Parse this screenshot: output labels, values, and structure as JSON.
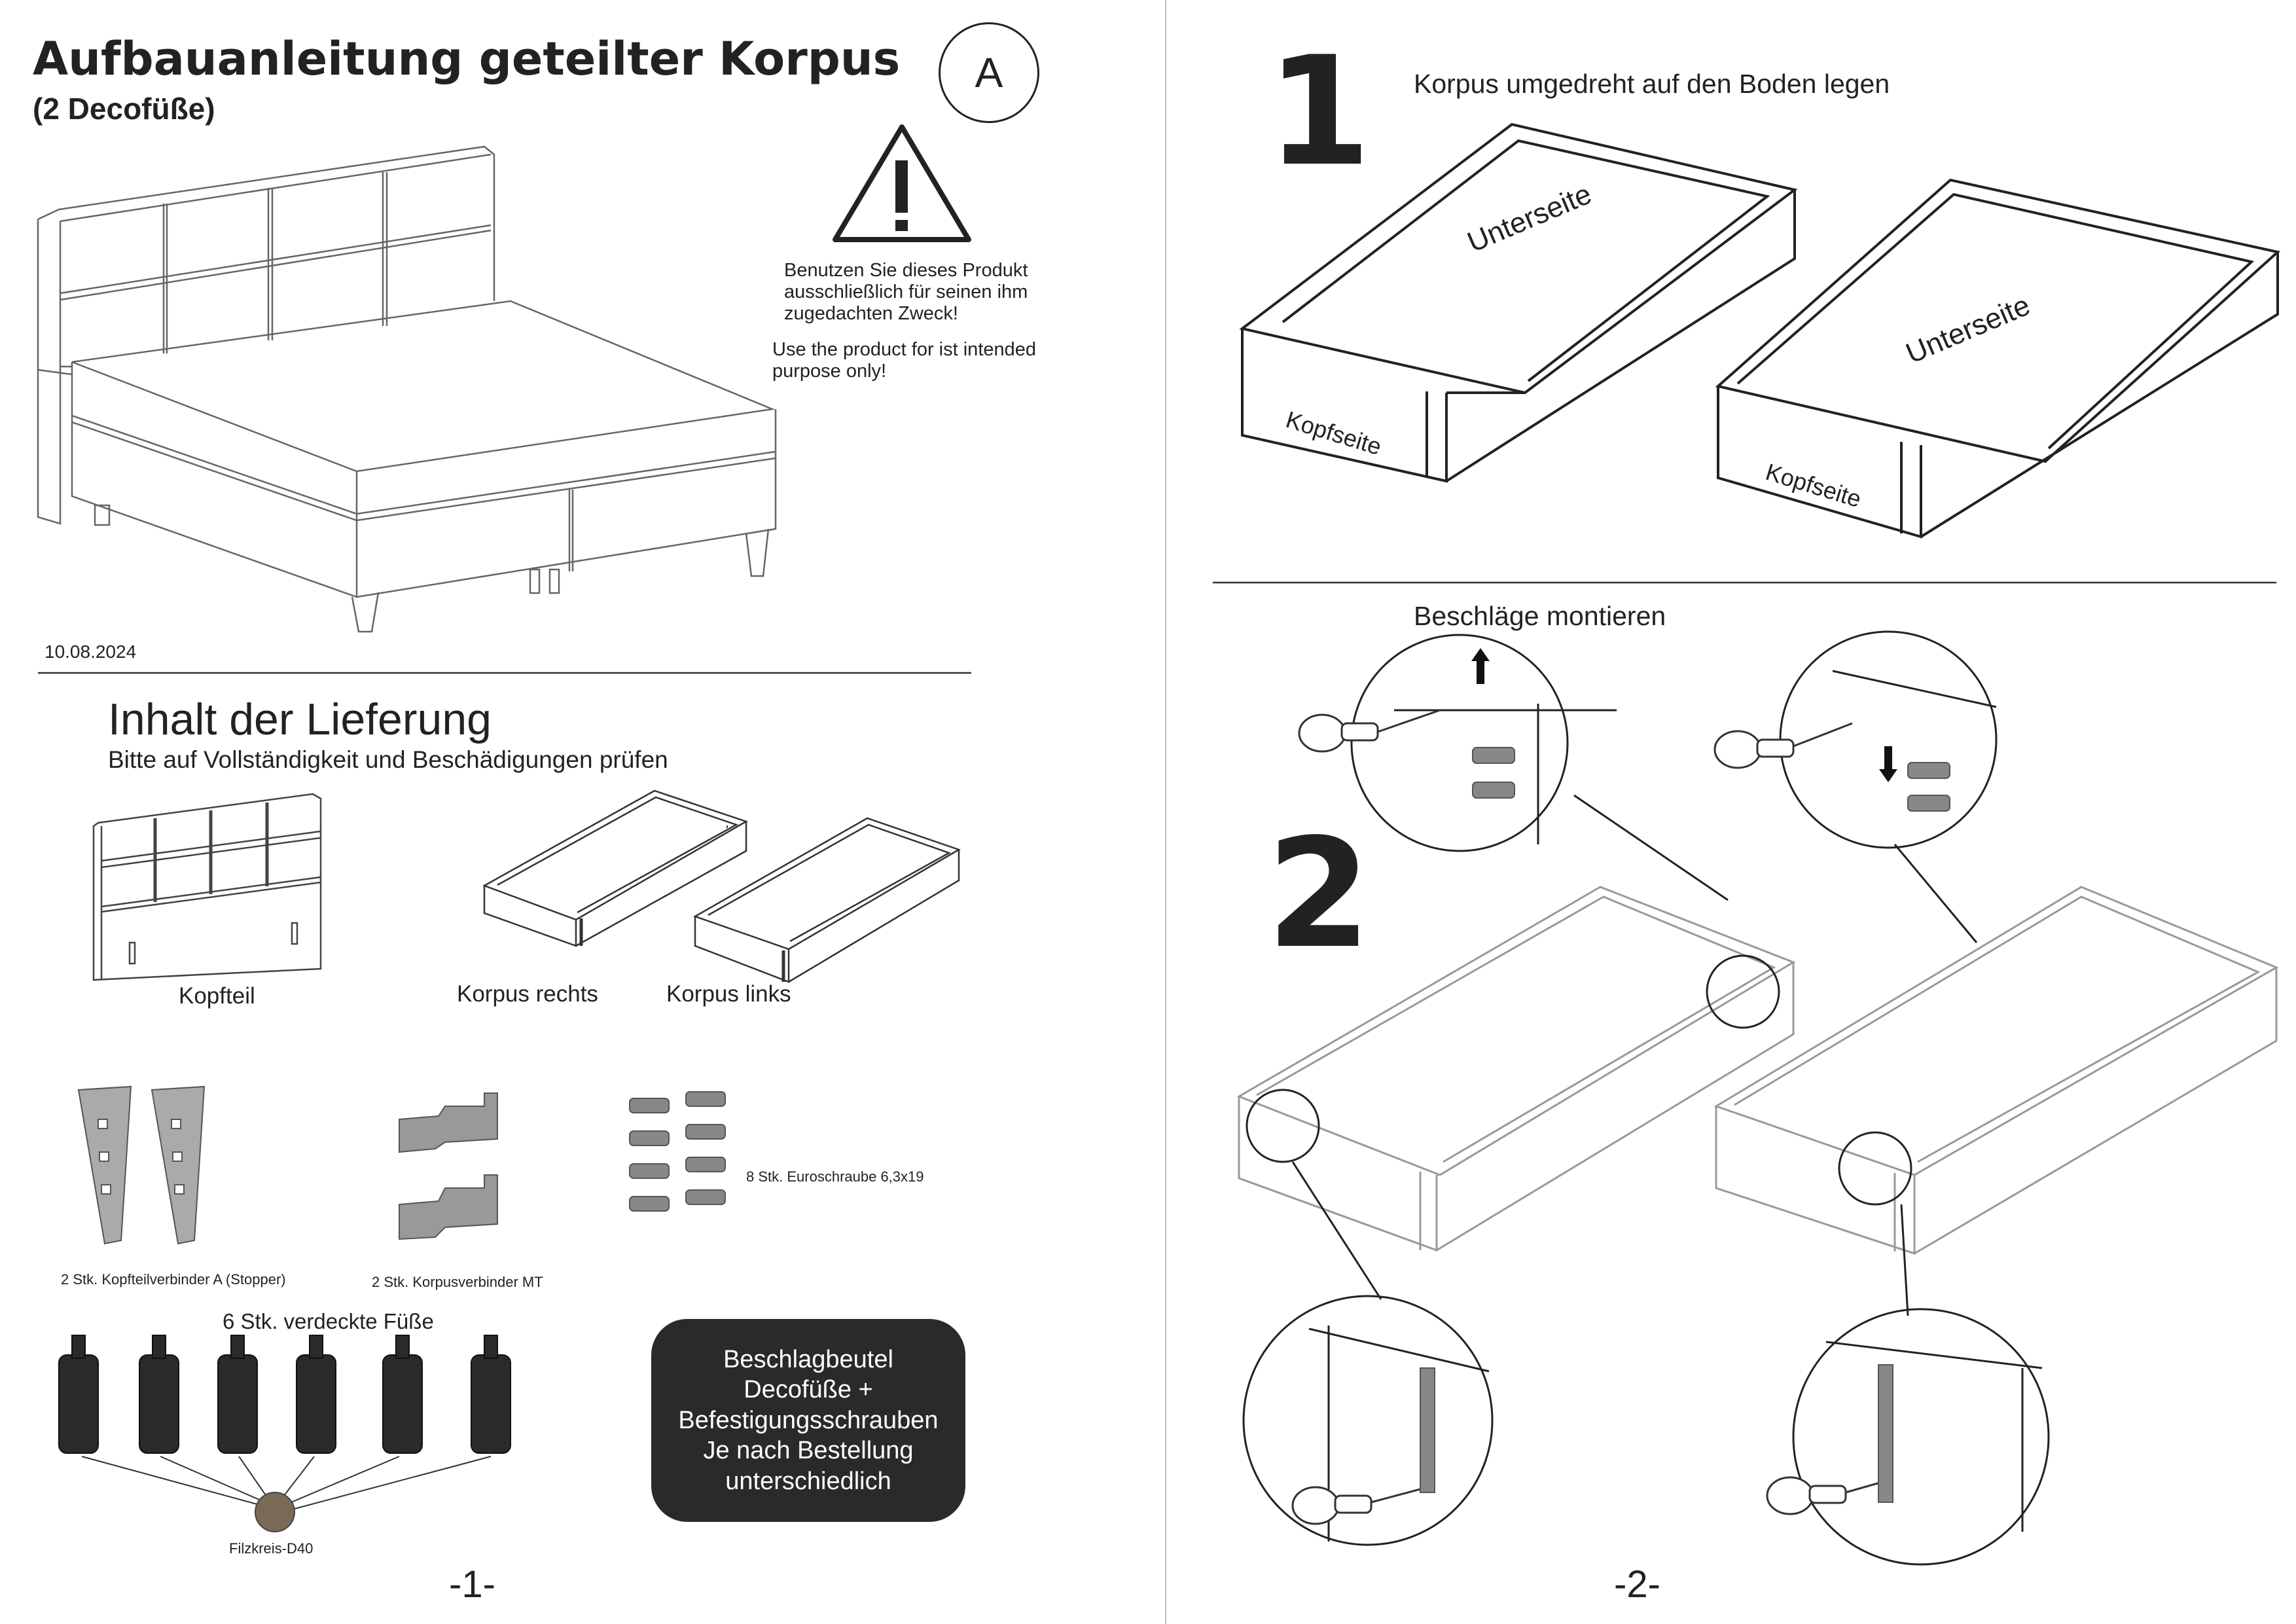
{
  "page1": {
    "title": "Aufbauanleitung geteilter Korpus",
    "subtitle": "(2 Decofüße)",
    "badge": "A",
    "warning_de": [
      "Benutzen Sie dieses Produkt",
      "ausschließlich für seinen ihm",
      "zugedachten Zweck!"
    ],
    "warning_en": [
      "Use the product for ist intended",
      "purpose only!"
    ],
    "date": "10.08.2024",
    "delivery_title": "Inhalt der Lieferung",
    "delivery_subtitle": "Bitte auf Vollständigkeit und Beschädigungen prüfen",
    "items": {
      "headboard": "Kopfteil",
      "base_right": "Korpus rechts",
      "base_left": "Korpus links",
      "headboard_connector": "2 Stk. Kopfteilverbinder A (Stopper)",
      "base_connector": "2 Stk. Korpusverbinder MT",
      "screws": "8 Stk. Euroschraube 6,3x19",
      "feet": "6 Stk. verdeckte Füße",
      "felt": "Filzkreis-D40"
    },
    "notice": [
      "Beschlagbeutel",
      "Decofüße +",
      "Befestigungsschrauben",
      "Je nach Bestellung",
      "unterschiedlich"
    ],
    "page_number": "-1-"
  },
  "page2": {
    "step1_number": "1",
    "step1_text": "Korpus umgedreht auf den Boden legen",
    "side_label": "Unterseite",
    "head_label": "Kopfseite",
    "step2_number": "2",
    "step2_text": "Beschläge montieren",
    "page_number": "-2-"
  },
  "colors": {
    "ink": "#222222",
    "light_line": "#999999",
    "notice_bg": "#2a2a2a"
  },
  "icons": [
    "warning-triangle-icon",
    "up-arrow-icon",
    "down-arrow-icon",
    "screwdriver-icon"
  ]
}
